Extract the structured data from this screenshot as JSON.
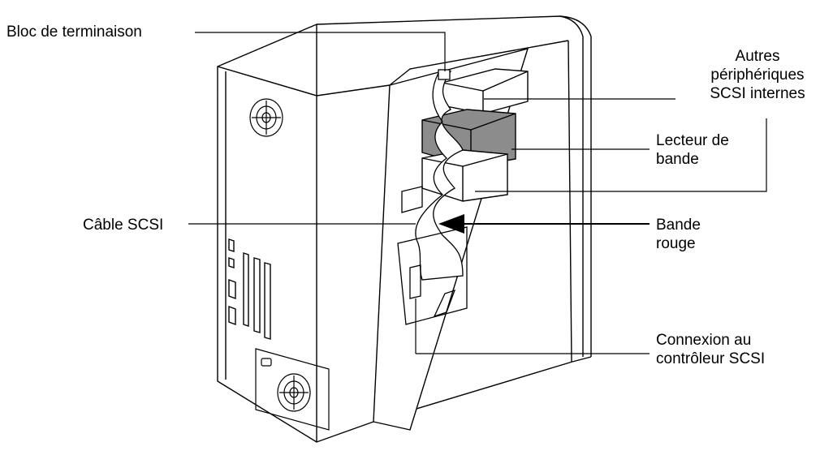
{
  "labels": {
    "terminator": [
      "Bloc de terminaison"
    ],
    "other_devices": [
      "Autres",
      "périphériques",
      "SCSI internes"
    ],
    "tape_drive": [
      "Lecteur de",
      "bande"
    ],
    "scsi_cable": [
      "Câble SCSI"
    ],
    "red_stripe": [
      "Bande",
      "rouge"
    ],
    "controller": [
      "Connexion au",
      "contrôleur SCSI"
    ]
  },
  "colors": {
    "line": "#000000",
    "tape_drive_fill": "#8c8c8c",
    "background": "#ffffff"
  }
}
